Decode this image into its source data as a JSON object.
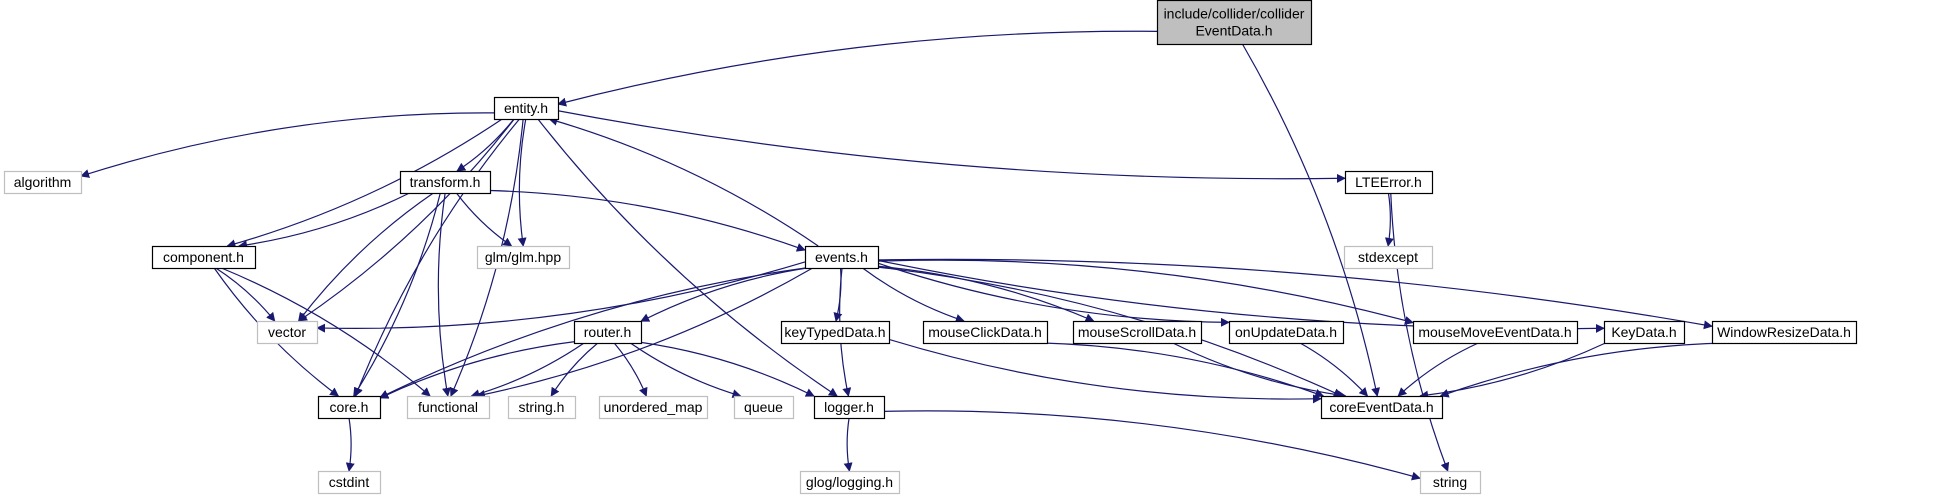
{
  "colors": {
    "edge": "#191970",
    "node_border": "#000000",
    "external_border": "#bfbfbf",
    "root_fill": "#bfbfbf",
    "node_fill": "#ffffff"
  },
  "nodes": [
    {
      "id": "root",
      "lines": [
        "include/collider/collider",
        "EventData.h"
      ],
      "kind": "root"
    },
    {
      "id": "entity",
      "lines": [
        "entity.h"
      ],
      "kind": "file"
    },
    {
      "id": "algorithm",
      "lines": [
        "algorithm"
      ],
      "kind": "external"
    },
    {
      "id": "transform",
      "lines": [
        "transform.h"
      ],
      "kind": "file"
    },
    {
      "id": "lteerror",
      "lines": [
        "LTEError.h"
      ],
      "kind": "file"
    },
    {
      "id": "component",
      "lines": [
        "component.h"
      ],
      "kind": "file"
    },
    {
      "id": "glm",
      "lines": [
        "glm/glm.hpp"
      ],
      "kind": "external"
    },
    {
      "id": "events",
      "lines": [
        "events.h"
      ],
      "kind": "file"
    },
    {
      "id": "stdexcept",
      "lines": [
        "stdexcept"
      ],
      "kind": "external"
    },
    {
      "id": "vector",
      "lines": [
        "vector"
      ],
      "kind": "external"
    },
    {
      "id": "router",
      "lines": [
        "router.h"
      ],
      "kind": "file"
    },
    {
      "id": "keytyped",
      "lines": [
        "keyTypedData.h"
      ],
      "kind": "file"
    },
    {
      "id": "mouseclick",
      "lines": [
        "mouseClickData.h"
      ],
      "kind": "file"
    },
    {
      "id": "mousescroll",
      "lines": [
        "mouseScrollData.h"
      ],
      "kind": "file"
    },
    {
      "id": "onupdate",
      "lines": [
        "onUpdateData.h"
      ],
      "kind": "file"
    },
    {
      "id": "mousemove",
      "lines": [
        "mouseMoveEventData.h"
      ],
      "kind": "file"
    },
    {
      "id": "keydata",
      "lines": [
        "KeyData.h"
      ],
      "kind": "file"
    },
    {
      "id": "windowresize",
      "lines": [
        "WindowResizeData.h"
      ],
      "kind": "file"
    },
    {
      "id": "core",
      "lines": [
        "core.h"
      ],
      "kind": "file"
    },
    {
      "id": "functional",
      "lines": [
        "functional"
      ],
      "kind": "external"
    },
    {
      "id": "stringh",
      "lines": [
        "string.h"
      ],
      "kind": "external"
    },
    {
      "id": "unordered_map",
      "lines": [
        "unordered_map"
      ],
      "kind": "external"
    },
    {
      "id": "queue",
      "lines": [
        "queue"
      ],
      "kind": "external"
    },
    {
      "id": "logger",
      "lines": [
        "logger.h"
      ],
      "kind": "file"
    },
    {
      "id": "coreevent",
      "lines": [
        "coreEventData.h"
      ],
      "kind": "file"
    },
    {
      "id": "cstdint",
      "lines": [
        "cstdint"
      ],
      "kind": "external"
    },
    {
      "id": "glog",
      "lines": [
        "glog/logging.h"
      ],
      "kind": "external"
    },
    {
      "id": "string",
      "lines": [
        "string"
      ],
      "kind": "external"
    }
  ],
  "edges": [
    [
      "root",
      "entity"
    ],
    [
      "root",
      "coreevent"
    ],
    [
      "entity",
      "algorithm"
    ],
    [
      "entity",
      "transform"
    ],
    [
      "entity",
      "lteerror"
    ],
    [
      "entity",
      "component"
    ],
    [
      "entity",
      "glm"
    ],
    [
      "entity",
      "vector"
    ],
    [
      "entity",
      "core"
    ],
    [
      "entity",
      "functional"
    ],
    [
      "entity",
      "logger"
    ],
    [
      "transform",
      "component"
    ],
    [
      "transform",
      "glm"
    ],
    [
      "transform",
      "events"
    ],
    [
      "transform",
      "vector"
    ],
    [
      "transform",
      "core"
    ],
    [
      "transform",
      "functional"
    ],
    [
      "lteerror",
      "stdexcept"
    ],
    [
      "lteerror",
      "string"
    ],
    [
      "component",
      "vector"
    ],
    [
      "component",
      "core"
    ],
    [
      "component",
      "functional"
    ],
    [
      "events",
      "entity"
    ],
    [
      "events",
      "vector"
    ],
    [
      "events",
      "router"
    ],
    [
      "events",
      "keytyped"
    ],
    [
      "events",
      "mouseclick"
    ],
    [
      "events",
      "mousescroll"
    ],
    [
      "events",
      "onupdate"
    ],
    [
      "events",
      "mousemove"
    ],
    [
      "events",
      "keydata"
    ],
    [
      "events",
      "windowresize"
    ],
    [
      "events",
      "core"
    ],
    [
      "events",
      "functional"
    ],
    [
      "events",
      "logger"
    ],
    [
      "events",
      "coreevent"
    ],
    [
      "router",
      "core"
    ],
    [
      "router",
      "functional"
    ],
    [
      "router",
      "stringh"
    ],
    [
      "router",
      "unordered_map"
    ],
    [
      "router",
      "queue"
    ],
    [
      "router",
      "logger"
    ],
    [
      "keytyped",
      "coreevent"
    ],
    [
      "mouseclick",
      "coreevent"
    ],
    [
      "mousescroll",
      "coreevent"
    ],
    [
      "onupdate",
      "coreevent"
    ],
    [
      "mousemove",
      "coreevent"
    ],
    [
      "keydata",
      "coreevent"
    ],
    [
      "windowresize",
      "coreevent"
    ],
    [
      "core",
      "cstdint"
    ],
    [
      "logger",
      "glog"
    ],
    [
      "logger",
      "string"
    ]
  ]
}
